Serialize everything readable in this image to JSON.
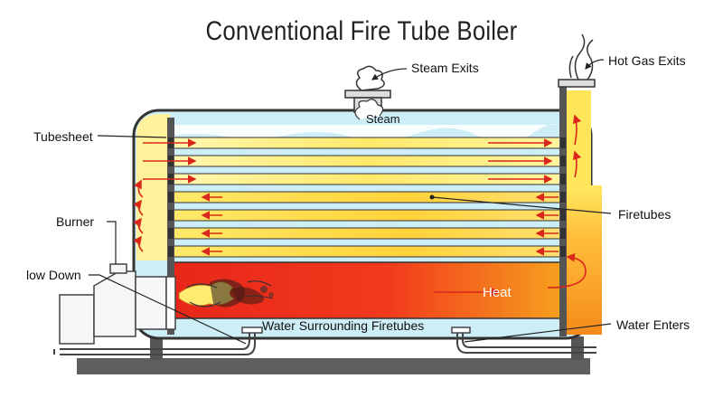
{
  "title": "Conventional Fire Tube Boiler",
  "labels": {
    "steam_exits": "Steam Exits",
    "hot_gas_exits": "Hot Gas Exits",
    "steam": "Steam",
    "tubesheet": "Tubesheet",
    "burner": "Burner",
    "blow_down": "low Down",
    "firetubes": "Firetubes",
    "heat": "Heat",
    "water_surrounding": "Water Surrounding Firetubes",
    "water_enters": "Water Enters"
  },
  "colors": {
    "water": "#cdeef6",
    "tube_yellow": "#fff29a",
    "furnace_red": "#f0301c",
    "outline": "#333333",
    "arrow": "#d9271b",
    "base": "#5a5a5a"
  }
}
